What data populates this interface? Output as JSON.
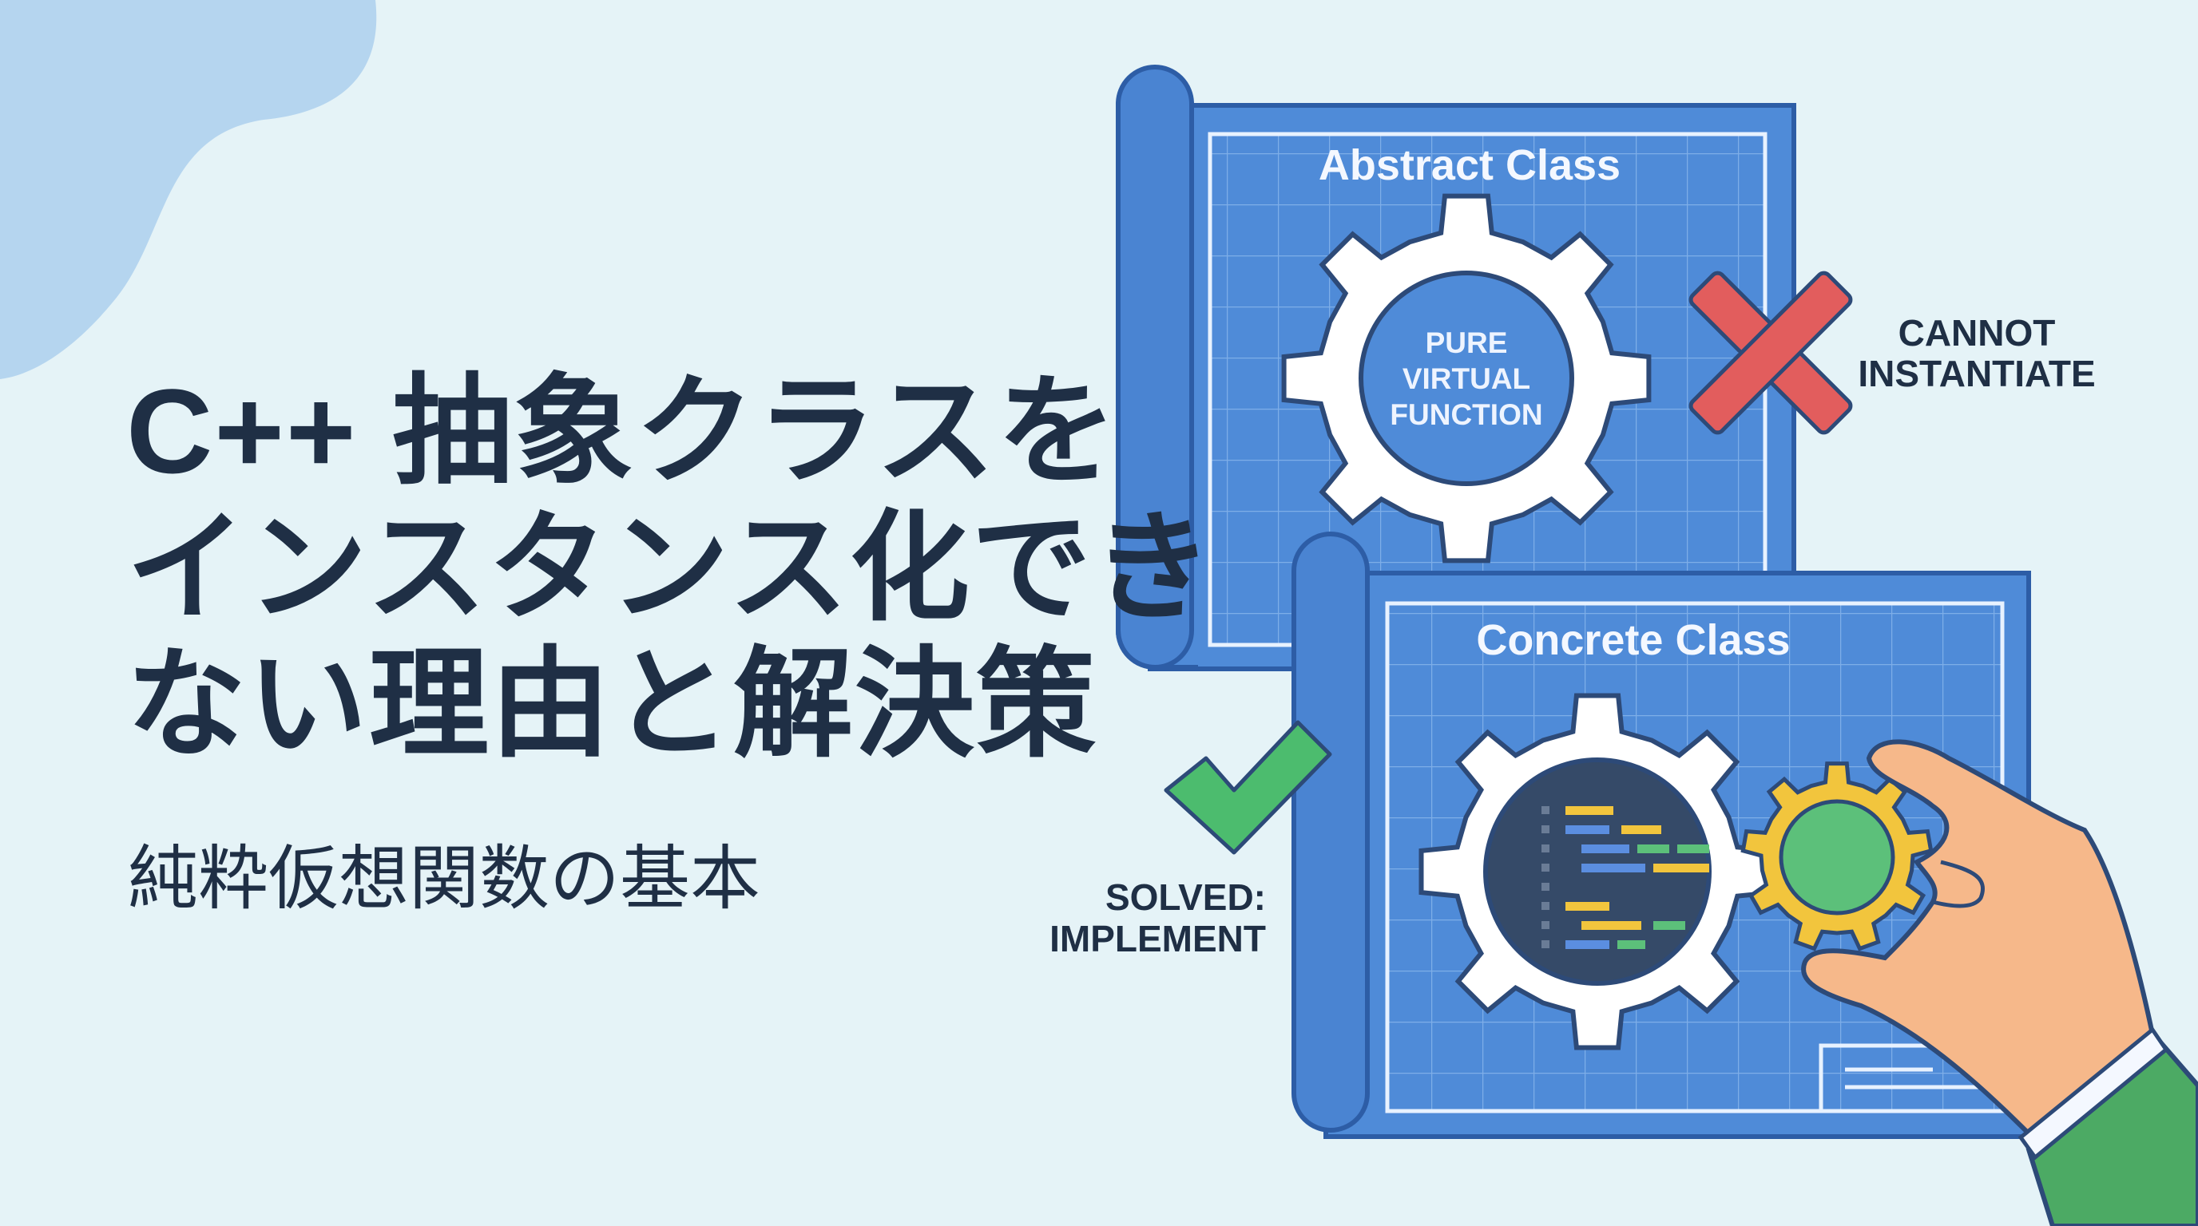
{
  "title": {
    "lines": [
      "C++ 抽象クラスを",
      "インスタンス化でき",
      "ない理由と解決策"
    ]
  },
  "subtitle": "純粋仮想関数の基本",
  "abstract_panel": {
    "heading": "Abstract Class",
    "gear_text": [
      "PURE",
      "VIRTUAL",
      "FUNCTION"
    ],
    "status_icon": "x-mark-icon",
    "status_text": [
      "CANNOT",
      "INSTANTIATE"
    ]
  },
  "concrete_panel": {
    "heading": "Concrete Class",
    "status_icon": "check-mark-icon",
    "status_text": [
      "SOLVED:",
      "IMPLEMENT"
    ]
  },
  "colors": {
    "background": "#e5f3f7",
    "blob": "#b5d5ef",
    "blueprint": "#4f8bd8",
    "blueprint_border": "#2d5da6",
    "text_dark": "#1f2f45",
    "x_red": "#e25d5d",
    "check_green": "#4cbc6e",
    "gear_yellow": "#f2c53d"
  }
}
